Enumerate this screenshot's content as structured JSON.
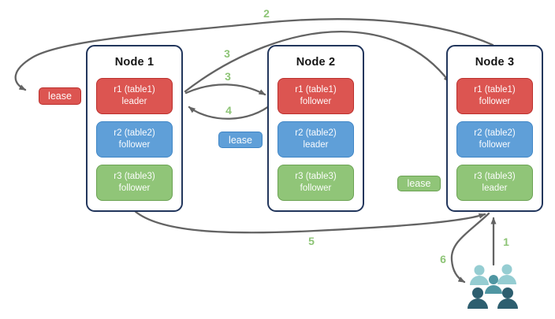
{
  "palette": {
    "red": "#dc5551",
    "red_border": "#bb2f2c",
    "blue": "#5f9fd8",
    "blue_border": "#4086c6",
    "green": "#90c578",
    "green_border": "#6ba253",
    "node_border": "#22365c",
    "arrow": "#636363",
    "step_label": "#8dc476",
    "users_light": "#95cdd2",
    "users_mid": "#4f96a2",
    "users_dark": "#2d5e6f"
  },
  "nodes": [
    {
      "title": "Node 1",
      "replicas": [
        {
          "name": "r1 (table1)",
          "role": "leader",
          "kind": "red"
        },
        {
          "name": "r2 (table2)",
          "role": "follower",
          "kind": "blue"
        },
        {
          "name": "r3 (table3)",
          "role": "follower",
          "kind": "green"
        }
      ]
    },
    {
      "title": "Node 2",
      "replicas": [
        {
          "name": "r1 (table1)",
          "role": "follower",
          "kind": "red"
        },
        {
          "name": "r2 (table2)",
          "role": "leader",
          "kind": "blue"
        },
        {
          "name": "r3 (table3)",
          "role": "follower",
          "kind": "green"
        }
      ]
    },
    {
      "title": "Node 3",
      "replicas": [
        {
          "name": "r1 (table1)",
          "role": "follower",
          "kind": "red"
        },
        {
          "name": "r2 (table2)",
          "role": "follower",
          "kind": "blue"
        },
        {
          "name": "r3 (table3)",
          "role": "leader",
          "kind": "green"
        }
      ]
    }
  ],
  "leases": {
    "red": {
      "label": "lease"
    },
    "blue": {
      "label": "lease"
    },
    "green": {
      "label": "lease"
    }
  },
  "steps": {
    "s1": "1",
    "s2": "2",
    "s3a": "3",
    "s3b": "3",
    "s4": "4",
    "s5": "5",
    "s6": "6"
  }
}
